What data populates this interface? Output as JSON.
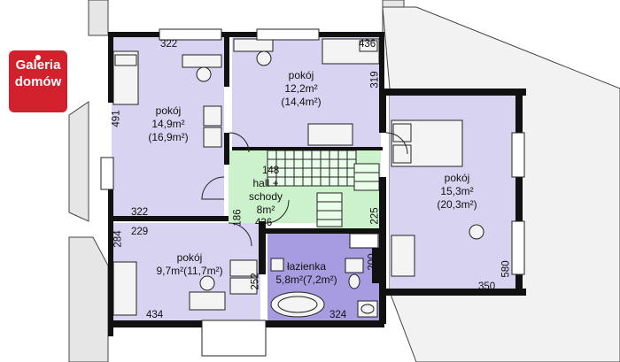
{
  "logo": {
    "line1": "Galeria",
    "line2": "domów",
    "color": "#d2202c"
  },
  "colors": {
    "room_fill": "#d9d3f2",
    "hall_fill": "#ccf2cc",
    "bathroom_fill": "#a89ce0",
    "wall": "#111111",
    "roof_grey": "#e6e6e6"
  },
  "rooms": {
    "room_left_top": {
      "name": "pokój",
      "area": "14,9m²",
      "area_total": "(16,9m²)"
    },
    "room_center_top": {
      "name": "pokój",
      "area": "12,2m²",
      "area_total": "(14,4m²)"
    },
    "room_right": {
      "name": "pokój",
      "area": "15,3m²",
      "area_total": "(20,3m²)"
    },
    "hall": {
      "line1": "hall +",
      "line2": "schody",
      "area": "8m²"
    },
    "room_bottom_left": {
      "name": "pokój",
      "area": "9,7m²(11,7m²)"
    },
    "bathroom": {
      "name": "łazienka",
      "area": "5,8m²(7,2m²)"
    }
  },
  "dimensions": {
    "d322_top": "322",
    "d436_top": "436",
    "d319": "319",
    "d491": "491",
    "d148": "148",
    "d322_mid": "322",
    "d186": "186",
    "d436_mid": "436",
    "d225": "225",
    "d229": "229",
    "d284": "284",
    "d252": "252",
    "d200": "200",
    "d434": "434",
    "d324": "324",
    "d350": "350",
    "d580": "580"
  }
}
